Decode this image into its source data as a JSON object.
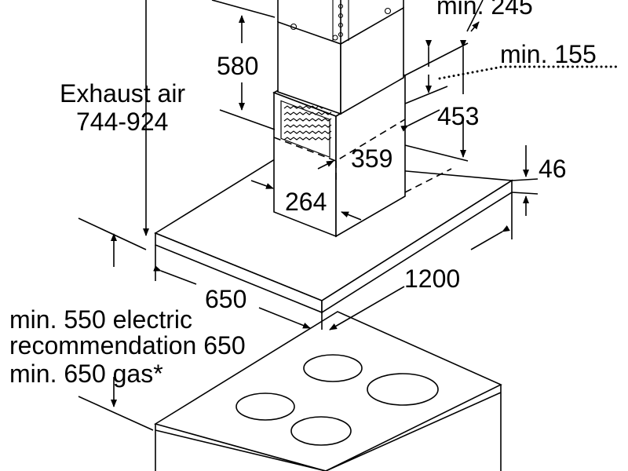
{
  "labels": {
    "min_245": "min. 245",
    "min_155": "min. 155",
    "h580": "580",
    "exhaust_title": "Exhaust air",
    "exhaust_range": "744-924",
    "d453": "453",
    "d359": "359",
    "d46": "46",
    "d264": "264",
    "d1200": "1200",
    "d650": "650",
    "clear_electric": "min. 550 electric",
    "clear_recommend": "recommendation 650",
    "clear_gas": "min. 650 gas*"
  }
}
